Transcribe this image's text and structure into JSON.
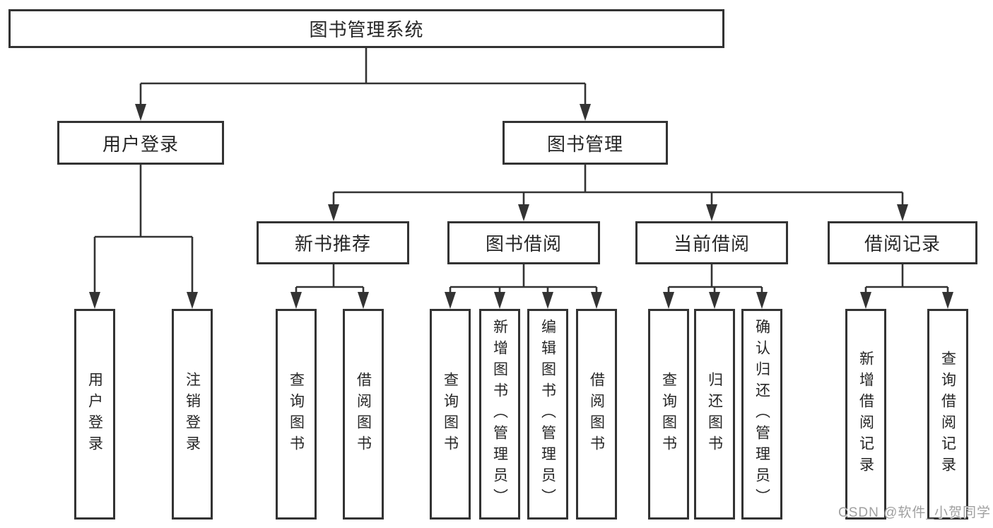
{
  "tree": {
    "root": {
      "label": "图书管理系统"
    },
    "branches": [
      {
        "label": "用户登录",
        "children": [
          {
            "label": "用户登录"
          },
          {
            "label": "注销登录"
          }
        ]
      },
      {
        "label": "图书管理",
        "children": [
          {
            "label": "新书推荐",
            "children": [
              {
                "label": "查询图书"
              },
              {
                "label": "借阅图书"
              }
            ]
          },
          {
            "label": "图书借阅",
            "children": [
              {
                "label": "查询图书"
              },
              {
                "label": "新增图书（管理员）"
              },
              {
                "label": "编辑图书（管理员）"
              },
              {
                "label": "借阅图书"
              }
            ]
          },
          {
            "label": "当前借阅",
            "children": [
              {
                "label": "查询图书"
              },
              {
                "label": "归还图书"
              },
              {
                "label": "确认归还（管理员）"
              }
            ]
          },
          {
            "label": "借阅记录",
            "children": [
              {
                "label": "新增借阅记录"
              },
              {
                "label": "查询借阅记录"
              }
            ]
          }
        ]
      }
    ]
  },
  "watermark": "CSDN @软件_小贺同学",
  "colors": {
    "line": "#333333",
    "box_border": "#333333",
    "text": "#262626",
    "watermark": "#a0a0a0",
    "background": "#ffffff"
  }
}
